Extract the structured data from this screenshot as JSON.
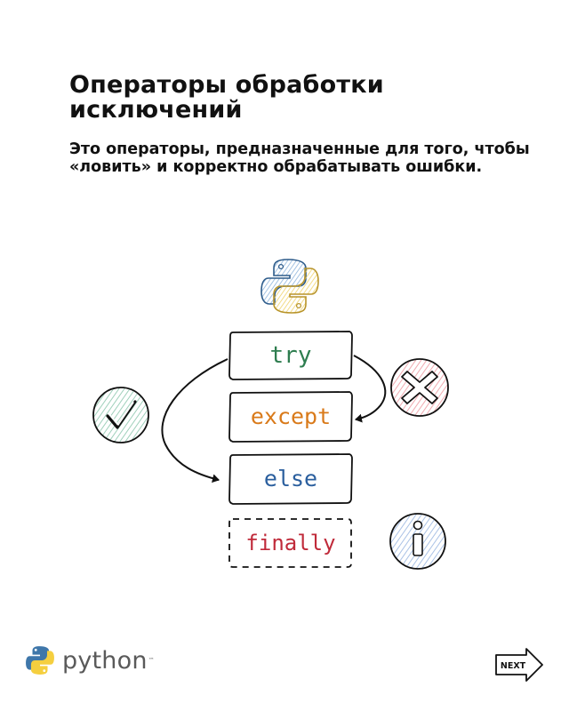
{
  "header": {
    "title": "Операторы обработки исключений",
    "subtitle": "Это операторы, предназначенные для того, чтобы «ловить» и корректно обрабатывать ошибки."
  },
  "diagram": {
    "blocks": [
      {
        "label": "try",
        "color": "#2e7d4f"
      },
      {
        "label": "except",
        "color": "#d97a1a"
      },
      {
        "label": "else",
        "color": "#2b5f9e"
      },
      {
        "label": "finally",
        "color": "#c02a3a"
      }
    ],
    "icons": {
      "top": "python-logo-icon",
      "left": "check-icon",
      "right": "cross-icon",
      "bottom_right": "info-icon"
    },
    "colors": {
      "check_fill": "#cfe6dc",
      "cross_fill": "#f5cccf",
      "info_fill": "#cfdcf1",
      "python_blue": "#4a7fb5",
      "python_yellow": "#f2d86a"
    }
  },
  "footer": {
    "brand": "python",
    "trademark": "™",
    "next_label": "NEXT"
  }
}
